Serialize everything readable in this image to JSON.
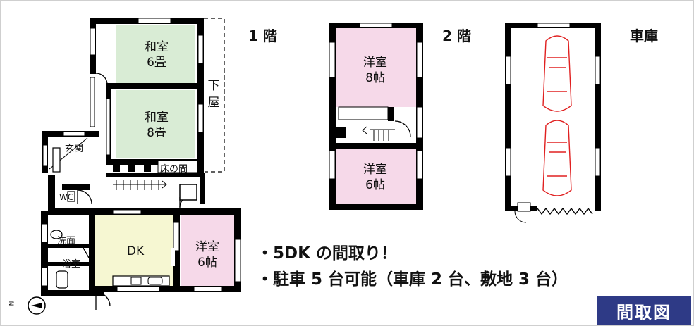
{
  "floors": {
    "first": "1 階",
    "second": "2 階",
    "garage": "車庫"
  },
  "rooms_first": {
    "washitsu_a": {
      "name": "和室",
      "size": "6畳"
    },
    "washitsu_b": {
      "name": "和室",
      "size": "8畳"
    },
    "shimoya": "下屋",
    "tokonoma": "床の間",
    "genkan": "玄関",
    "wc": "WC",
    "senmen": "洗面",
    "yokushitsu": "浴室",
    "dk": "DK",
    "yoshitsu": {
      "name": "洋室",
      "size": "6帖"
    }
  },
  "rooms_second": {
    "yoshitsu_a": {
      "name": "洋室",
      "size": "8帖"
    },
    "yoshitsu_b": {
      "name": "洋室",
      "size": "6帖"
    }
  },
  "features": [
    "・5DK の間取り！",
    "・駐車 5 台可能（車庫 2 台、敷地 3 台）"
  ],
  "badge": "間取図",
  "compass_letter": "N",
  "colors": {
    "tatami": "#d9ecd5",
    "pink": "#f6d9e9",
    "dk": "#f6f7d2",
    "wall": "#000000",
    "badge": "#2e3a86",
    "car": "#e02020"
  }
}
